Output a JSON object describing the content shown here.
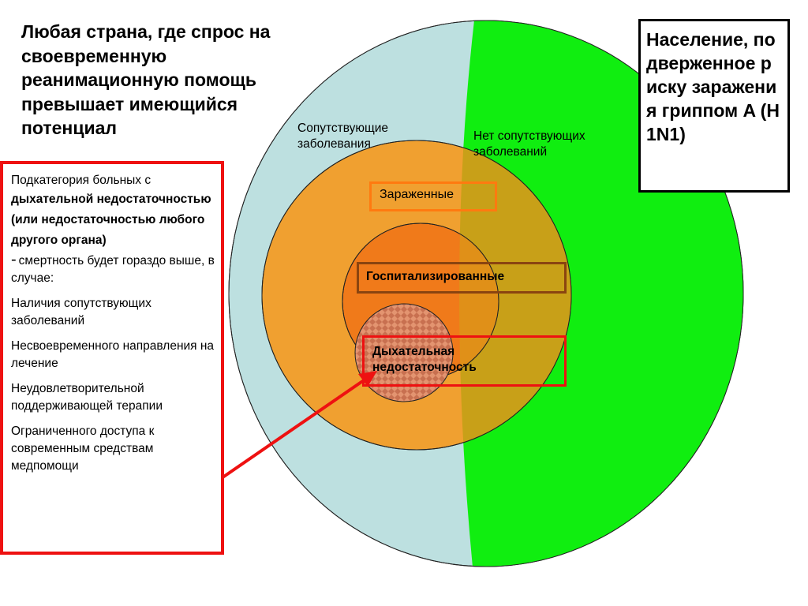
{
  "colors": {
    "comorbid_region": "#bde0e0",
    "no_comorbid_region": "#10ee10",
    "infected_circle": "#f0a030",
    "hospitalized_circle": "#f07a1a",
    "respiratory_circle": "#c87050",
    "accent_red": "#ee1111",
    "hosp_border": "#8a4410",
    "infected_border": "#ff7a10"
  },
  "heading": "Любая страна, где спрос на своевременную реанимационную помощь превышает имеющийся потенциал",
  "population_box": "Население, подверженное риску заражения гриппом A (H1N1)",
  "labels": {
    "comorbidities": "Сопутствующие заболевания",
    "no_comorbidities": "Нет сопутствующих заболеваний",
    "infected": "Зараженные",
    "hospitalized": "Госпитализированные",
    "respiratory_failure": "Дыхательная недостаточность"
  },
  "left_box": {
    "intro": "Подкатегория больных с",
    "bold_part": "дыхательной недостаточностью (или недостаточностью любого другого органа)",
    "dash": "-",
    "mortality": "смертность будет гораздо выше, в случае:",
    "items": [
      "Наличия сопутствующих заболеваний",
      "Несвоевременного направления на лечение",
      "Неудовлетворительной поддерживающей терапии",
      "Ограниченного доступа к современным средствам медпомощи"
    ]
  }
}
